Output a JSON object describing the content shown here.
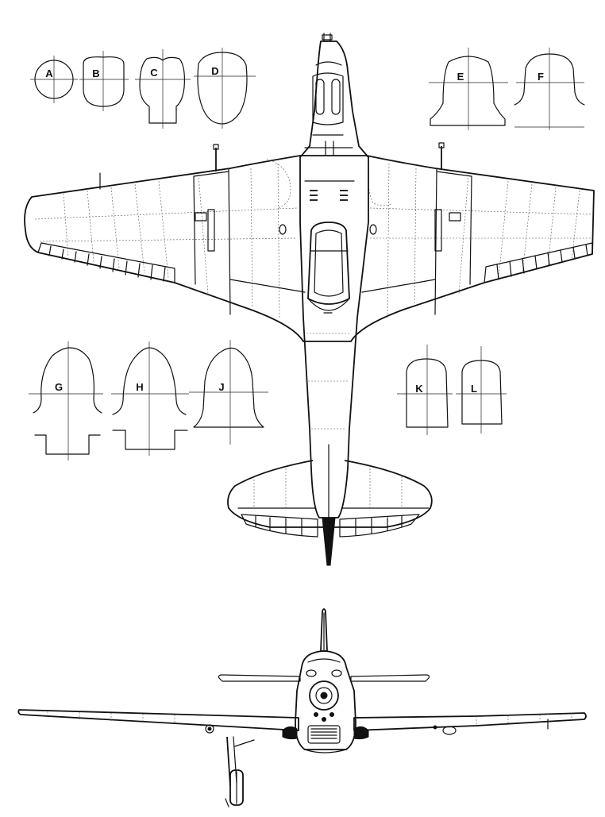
{
  "sections": {
    "A": "A",
    "B": "B",
    "C": "C",
    "D": "D",
    "E": "E",
    "F": "F",
    "G": "G",
    "H": "H",
    "J": "J",
    "K": "K",
    "L": "L"
  },
  "colors": {
    "ink": "#111111",
    "paper": "#ffffff"
  }
}
